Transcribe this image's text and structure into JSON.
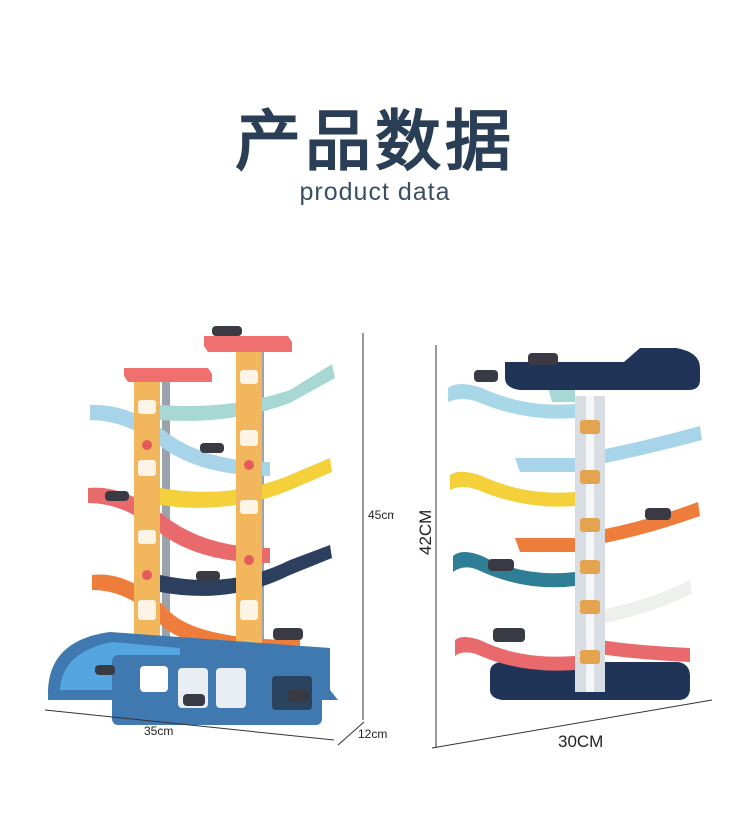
{
  "header": {
    "title_zh": "产品数据",
    "title_en": "product data"
  },
  "dimensions": {
    "left_toy": {
      "height": "45cm",
      "width": "35cm",
      "depth": "12cm"
    },
    "right_toy": {
      "height": "42CM",
      "width": "30CM"
    }
  },
  "colors": {
    "title": "#2a3e55",
    "ramp_coral": "#e86a6c",
    "ramp_sky": "#a8d4ea",
    "ramp_yellow": "#f4d03a",
    "ramp_orange": "#ee7d3c",
    "ramp_teal": "#2e7f96",
    "ramp_navy": "#2d3f5e",
    "base_blue": "#3f79b0"
  }
}
